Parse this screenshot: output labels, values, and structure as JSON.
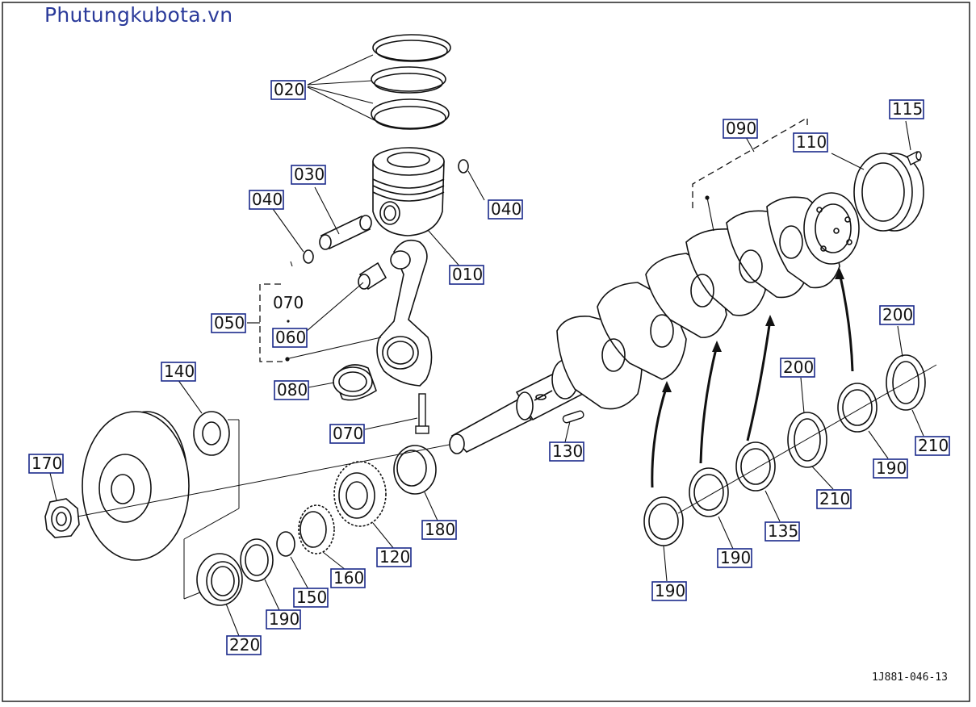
{
  "watermark": "Phutungkubota.vn",
  "drawing_code": "1J881-046-13",
  "plain_labels": [
    "070"
  ],
  "callouts": [
    "020",
    "090",
    "115",
    "110",
    "030",
    "040",
    "040",
    "010",
    "050",
    "060",
    "200",
    "080",
    "140",
    "070",
    "130",
    "210",
    "170",
    "190",
    "180",
    "200",
    "210",
    "190",
    "120",
    "190",
    "135",
    "160",
    "150",
    "190",
    "220"
  ]
}
